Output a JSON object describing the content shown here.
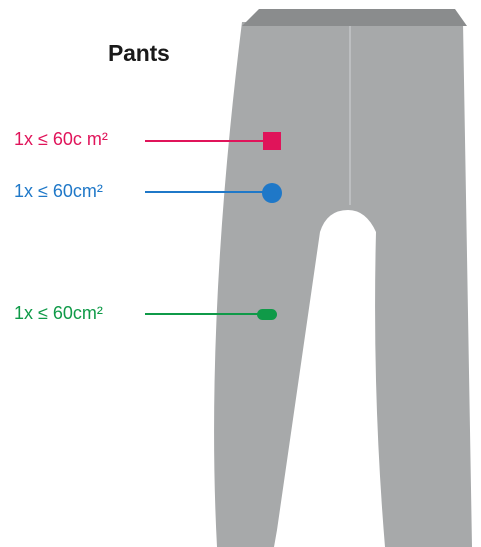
{
  "title": "Pants",
  "colors": {
    "garment_fill": "#a7a9aa",
    "waistband_fill": "#8a8c8d",
    "seam": "#c4c6c7",
    "marker_square": "#e0145a",
    "marker_circle": "#1f78c8",
    "marker_oval": "#0f9a48"
  },
  "annotations": [
    {
      "label": "1x ≤ 60c m²",
      "marker": "square",
      "color": "#e0145a"
    },
    {
      "label": "1x ≤ 60cm²",
      "marker": "circle",
      "color": "#1f78c8"
    },
    {
      "label": "1x ≤ 60cm²",
      "marker": "oval",
      "color": "#0f9a48"
    }
  ]
}
